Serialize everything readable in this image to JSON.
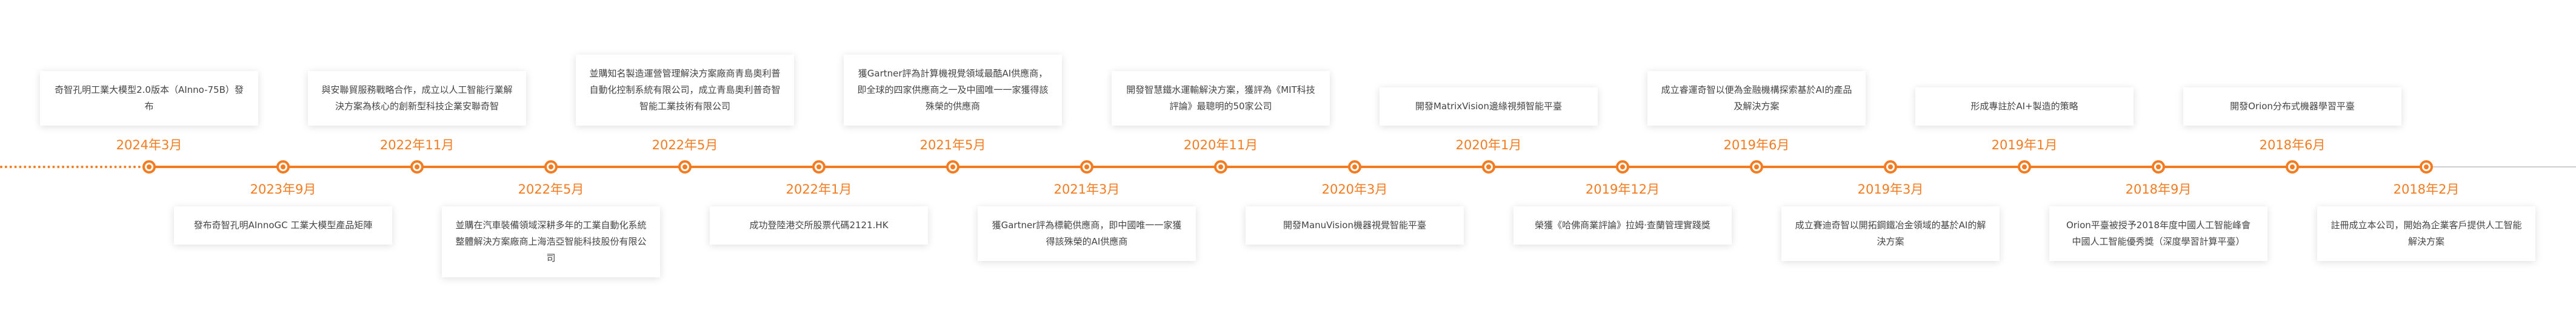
{
  "timeline": {
    "events": [
      {
        "date": "2024年3月",
        "text": "奇智孔明工業大模型2.0版本（AInno-75B）發布"
      },
      {
        "date": "2023年9月",
        "text": "發布奇智孔明AInnoGC 工業大模型產品矩陣"
      },
      {
        "date": "2022年11月",
        "text": "與安聯貿服務戰略合作，成立以人工智能行業解決方案為核心的創新型科技企業安聯奇智"
      },
      {
        "date": "2022年5月",
        "text": "並購在汽車裝備領域深耕多年的工業自動化系統整體解決方案廠商上海浩亞智能科技股份有限公司"
      },
      {
        "date": "2022年5月",
        "text": "並購知名製造運營管理解決方案廠商青島奧利普自動化控制系統有限公司，成立青島奧利普奇智智能工業技術有限公司"
      },
      {
        "date": "2022年1月",
        "text": "成功登陸港交所股票代碼2121.HK"
      },
      {
        "date": "2021年5月",
        "text": "獲Gartner評為計算機視覺領域最酷AI供應商，即全球的四家供應商之一及中國唯一一家獲得該殊榮的供應商"
      },
      {
        "date": "2021年3月",
        "text": "獲Gartner評為標範供應商，即中國唯一一家獲得該殊榮的AI供應商"
      },
      {
        "date": "2020年11月",
        "text": "開發智慧鐵水運輸解決方案，獲評為《MIT科技評論》最聰明的50家公司"
      },
      {
        "date": "2020年3月",
        "text": "開發ManuVision機器視覺智能平臺"
      },
      {
        "date": "2020年1月",
        "text": "開發MatrixVision邊緣視頻智能平臺"
      },
      {
        "date": "2019年12月",
        "text": "榮獲《哈佛商業評論》拉姆·查蘭管理實踐獎"
      },
      {
        "date": "2019年6月",
        "text": "成立睿運奇智以便為金融機構探索基於AI的產品及解決方案"
      },
      {
        "date": "2019年3月",
        "text": "成立賽迪奇智以開拓鋼鐵冶金領域的基於AI的解決方案"
      },
      {
        "date": "2019年1月",
        "text": "形成專註於AI+製造的策略"
      },
      {
        "date": "2018年9月",
        "text": "Orion平臺被授予2018年度中國人工智能峰會中國人工智能優秀獎（深度學習計算平臺）"
      },
      {
        "date": "2018年6月",
        "text": "開發Orion分布式機器學習平臺"
      },
      {
        "date": "2018年2月",
        "text": "註冊成立本公司，開始為企業客戶提供人工智能解決方案"
      }
    ]
  }
}
